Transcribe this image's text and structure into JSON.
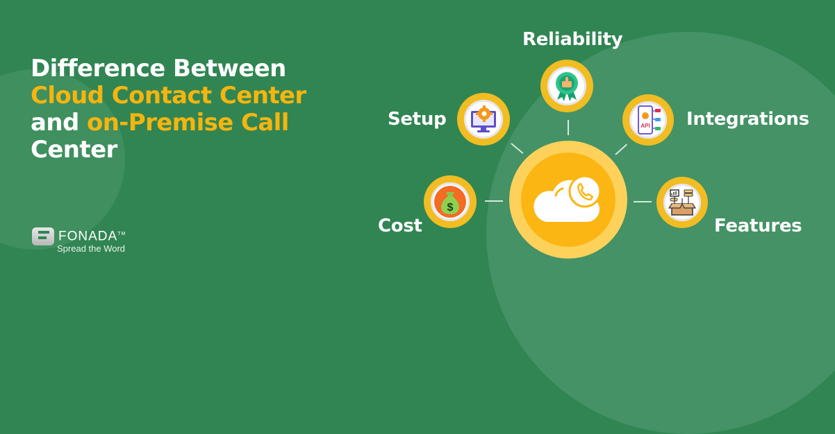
{
  "title": {
    "line1": "Difference Between",
    "line2": "Cloud Contact Center",
    "line3_prefix": "and ",
    "line3_highlight": "on-Premise Call",
    "line4": "Center"
  },
  "logo": {
    "name": "FONADA",
    "trademark": "TM",
    "tagline": "Spread the Word"
  },
  "hub": {
    "icon": "cloud-phone-icon"
  },
  "nodes": [
    {
      "label": "Reliability",
      "icon": "award-badge-thumbs-up-icon"
    },
    {
      "label": "Setup",
      "icon": "monitor-gear-icon"
    },
    {
      "label": "Integrations",
      "icon": "api-phone-icon"
    },
    {
      "label": "Cost",
      "icon": "money-bag-dollar-icon"
    },
    {
      "label": "Features",
      "icon": "open-box-features-icon"
    }
  ],
  "colors": {
    "background": "#318553",
    "background_light": "#449266",
    "accent_yellow": "#f6b50e",
    "ring_yellow": "#f1bd22",
    "hub_outer": "#fed25a",
    "hub_core": "#fbb614",
    "text": "#ffffff"
  }
}
